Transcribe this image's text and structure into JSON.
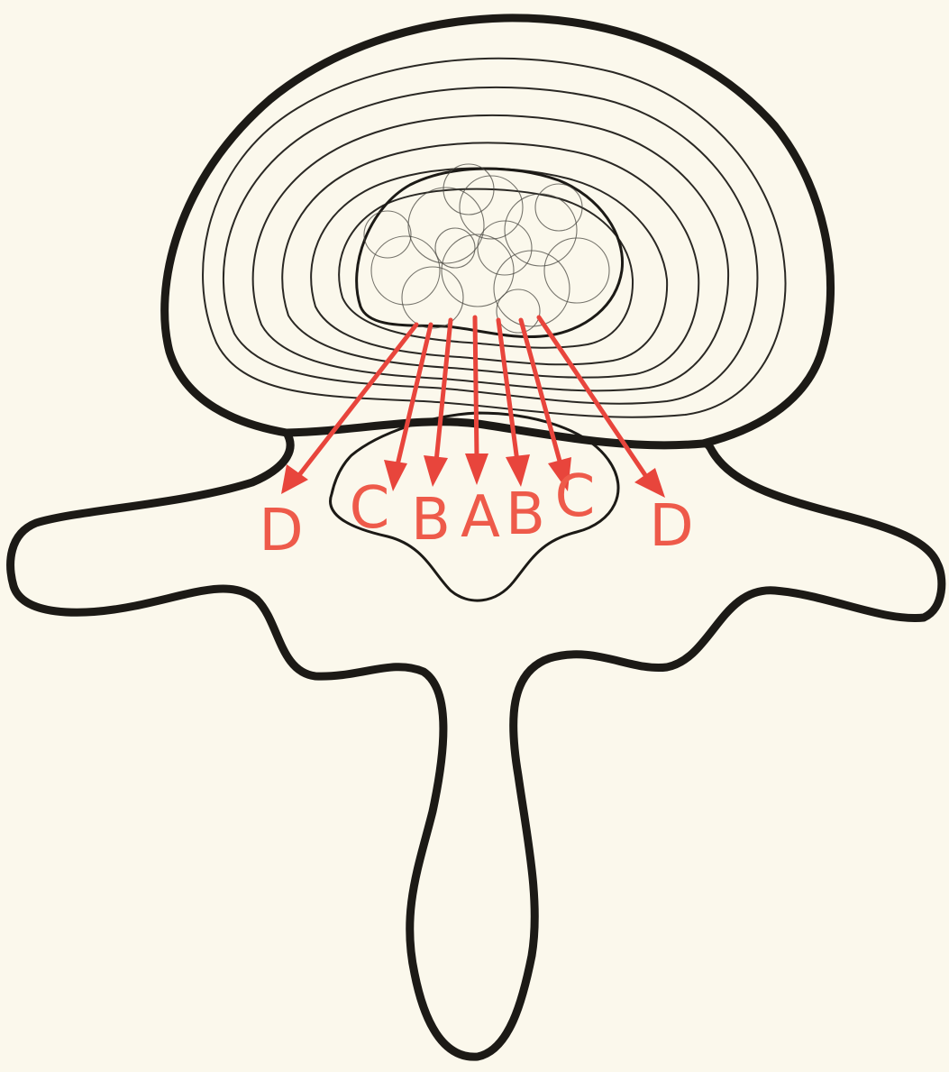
{
  "labels": {
    "left_d": "D",
    "left_c": "C",
    "left_b": "B",
    "center_a": "A",
    "right_b": "B",
    "right_c": "C",
    "right_d": "D"
  },
  "colors": {
    "background": "#fbf8ec",
    "outline": "#1c1a16",
    "arrows": "#e8453c",
    "labels": "#ee5a4a"
  }
}
